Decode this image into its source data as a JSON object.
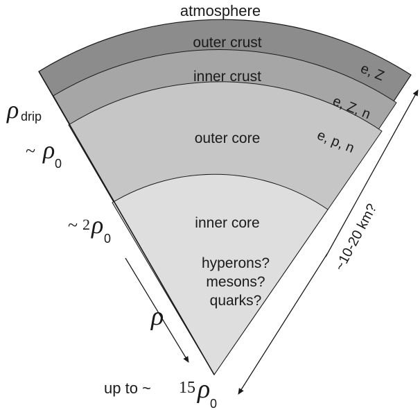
{
  "layers": {
    "atmosphere": "atmosphere",
    "outer_crust": "outer crust",
    "inner_crust": "inner crust",
    "outer_core": "outer core",
    "inner_core": "inner core"
  },
  "compositions": {
    "outer_crust": "e, Z",
    "inner_crust": "e, Z, n",
    "outer_core": "e, p, n",
    "inner_core_line1": "hyperons?",
    "inner_core_line2": "mesons?",
    "inner_core_line3": "quarks?"
  },
  "density_labels": {
    "rho_symbol": "ρ",
    "drip_sub": "drip",
    "zero_sub": "0",
    "tilde": "~",
    "two": "2",
    "fifteen": "15",
    "up_to": "up to ~"
  },
  "size_label": "~10-20 km?",
  "colors": {
    "outer_crust": "#8c8c8c",
    "inner_crust": "#a6a6a6",
    "outer_core": "#c6c6c6",
    "inner_core": "#dedede",
    "stroke": "#1a1a1a"
  }
}
